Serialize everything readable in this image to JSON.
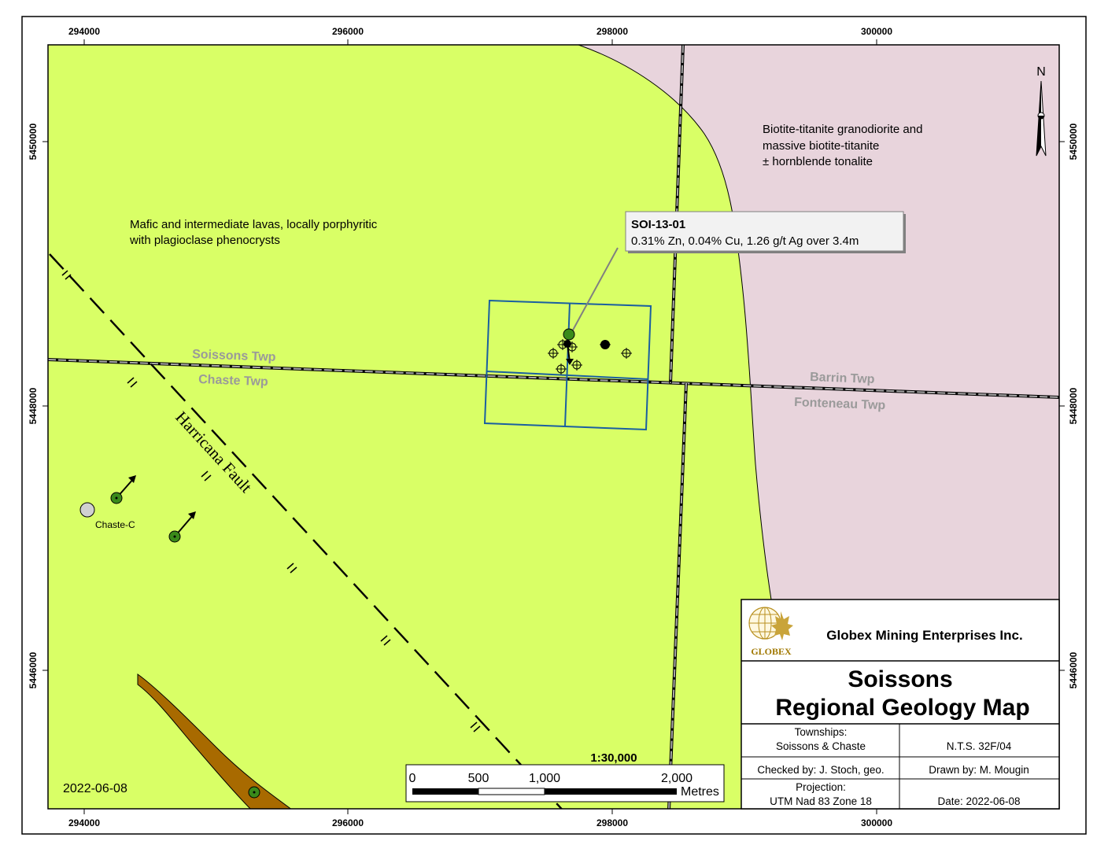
{
  "map": {
    "grid": {
      "eastings": [
        "294000",
        "296000",
        "298000",
        "300000"
      ],
      "northings": [
        "5450000",
        "5448000",
        "5446000"
      ]
    },
    "geology": {
      "mafic_label_line1": "Mafic and intermediate lavas, locally porphyritic",
      "mafic_label_line2": "with plagioclase phenocrysts",
      "granodiorite_label_line1": "Biotite-titanite granodiorite and",
      "granodiorite_label_line2": "massive biotite-titanite",
      "granodiorite_label_line3": "± hornblende tonalite",
      "colors": {
        "mafic": "#d9ff66",
        "granodiorite": "#e8d4dc",
        "intrusive": "#a86a00"
      }
    },
    "townships": {
      "soissons": "Soissons Twp",
      "chaste": "Chaste Twp",
      "barrin": "Barrin Twp",
      "fonteneau": "Fonteneau Twp"
    },
    "fault": {
      "label": "Harricana Fault"
    },
    "drillholes": {
      "chaste_label": "Chaste-C"
    },
    "callout": {
      "title": "SOI-13-01",
      "text": "0.31% Zn, 0.04% Cu, 1.26 g/t Ag over 3.4m"
    },
    "date": "2022-06-08",
    "north": {
      "label": "N",
      "icon": "north-arrow-icon"
    },
    "scale": {
      "ratio": "1:30,000",
      "ticks": [
        "0",
        "500",
        "1,000",
        "2,000"
      ],
      "unit": "Metres"
    }
  },
  "title_block": {
    "company": "Globex Mining Enterprises Inc.",
    "logo_text": "GLOBEX",
    "title_line1": "Soissons",
    "title_line2": "Regional Geology Map",
    "townships_label": "Townships:",
    "townships_value": "Soissons & Chaste",
    "nts": "N.T.S. 32F/04",
    "checked": "Checked by: J. Stoch, geo.",
    "drawn": "Drawn by: M. Mougin",
    "projection_label": "Projection:",
    "projection_value": "UTM Nad 83 Zone 18",
    "date": "Date: 2022-06-08"
  }
}
